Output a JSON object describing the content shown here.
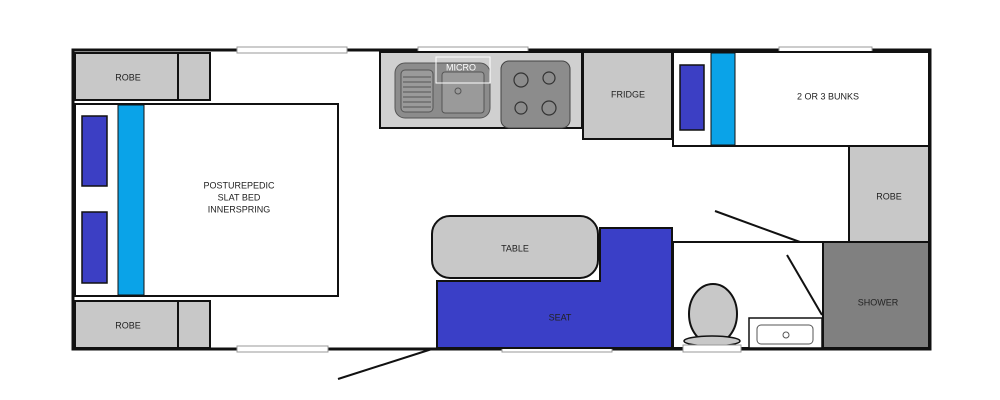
{
  "labels": {
    "robe_top_left": "ROBE",
    "robe_bottom_left": "ROBE",
    "robe_right": "ROBE",
    "bed": [
      "POSTUREPEDIC",
      "SLAT BED",
      "INNERSPRING"
    ],
    "micro": "MICRO",
    "fridge": "FRIDGE",
    "bunks": "2 OR 3 BUNKS",
    "table": "TABLE",
    "seat": "SEAT",
    "shower": "SHOWER"
  },
  "colors": {
    "pillow": "#3c3fc4",
    "bed_strip": "#0aa3e8",
    "cabinet": "#c8c8c8",
    "appliance": "#8c8c8c",
    "shower": "#808080",
    "seat": "#3a3fc7"
  }
}
